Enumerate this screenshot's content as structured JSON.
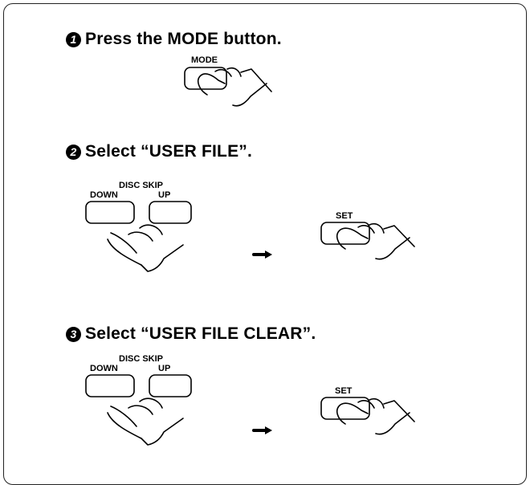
{
  "steps": [
    {
      "number": "1",
      "text": "Press the MODE button."
    },
    {
      "number": "2",
      "text": "Select “USER FILE”."
    },
    {
      "number": "3",
      "text": "Select “USER FILE CLEAR”."
    }
  ],
  "labels": {
    "mode": "MODE",
    "disc_skip": "DISC SKIP",
    "down": "DOWN",
    "up": "UP",
    "set": "SET"
  },
  "icons": [
    "hand-pointing-icon",
    "arrow-right-icon"
  ]
}
